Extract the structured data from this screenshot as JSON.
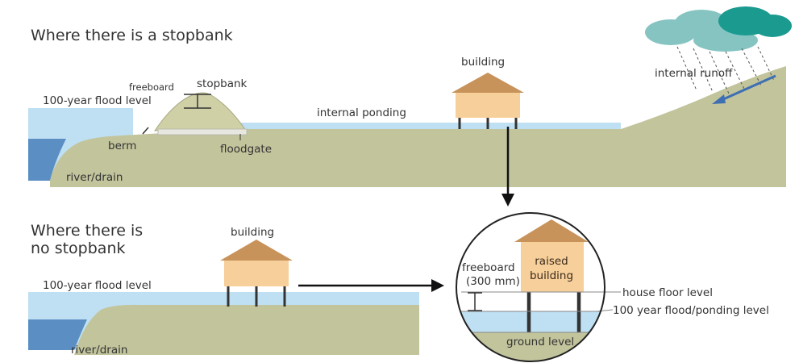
{
  "top_panel": {
    "title": "Where there is a stopbank",
    "labels": {
      "flood_level": "100-year flood level",
      "freeboard": "freeboard",
      "stopbank": "stopbank",
      "berm": "berm",
      "floodgate": "floodgate",
      "river_drain": "river/drain",
      "internal_ponding": "internal ponding",
      "building": "building",
      "internal_runoff": "internal runoff"
    }
  },
  "bottom_panel": {
    "title_line1": "Where there is",
    "title_line2": "no stopbank",
    "labels": {
      "flood_level": "100-year flood level",
      "building": "building",
      "river_drain": "river/drain"
    }
  },
  "inset": {
    "freeboard_line1": "freeboard",
    "freeboard_line2": "(300 mm)",
    "raised_line1": "raised",
    "raised_line2": "building",
    "house_floor_level": "house floor level",
    "flood_ponding_level": "100 year flood/ponding level",
    "ground_level": "ground level"
  },
  "colors": {
    "water": "#bfe0f2",
    "deep_water": "#5b8fc4",
    "ground": "#c2c49c",
    "ground_dark": "#a6a882",
    "building": "#f7cf9b",
    "roof": "#c8935a",
    "cloud_light": "#86c4c2",
    "cloud_dark": "#1b9a90",
    "runoff_arrow": "#3e6fb3"
  }
}
